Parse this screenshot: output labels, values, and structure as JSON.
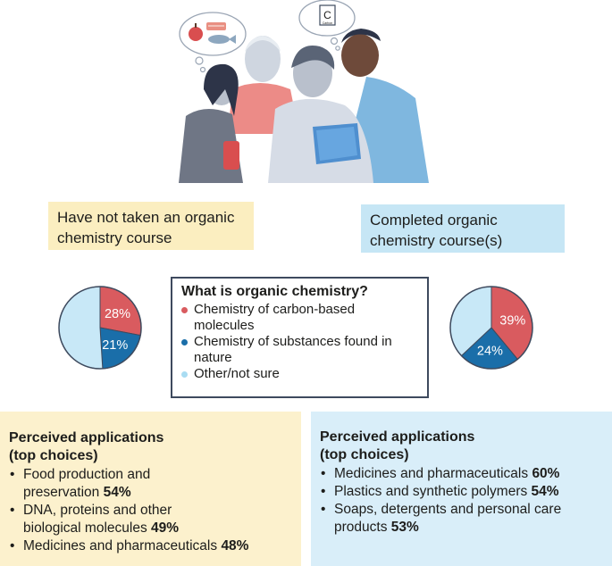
{
  "groups": {
    "left_label": "Have not taken an organic chemistry course",
    "right_label": "Completed organic chemistry course(s)"
  },
  "question": {
    "title": "What is organic chemistry?",
    "options": [
      {
        "label": "Chemistry of carbon-based molecules",
        "color": "#d95b5f"
      },
      {
        "label": "Chemistry of substances found in nature",
        "color": "#1a6ea9"
      },
      {
        "label": "Other/not sure",
        "color": "#a9dcf2"
      }
    ]
  },
  "chart_data": [
    {
      "type": "pie",
      "group": "Have not taken an organic chemistry course",
      "categories": [
        "Chemistry of carbon-based molecules",
        "Chemistry of substances found in nature",
        "Other/not sure"
      ],
      "values": [
        28,
        21,
        51
      ],
      "labels": [
        "28%",
        "21%",
        ""
      ],
      "colors": [
        "#d95b5f",
        "#1a6ea9",
        "#c8e8f7"
      ]
    },
    {
      "type": "pie",
      "group": "Completed organic chemistry course(s)",
      "categories": [
        "Chemistry of carbon-based molecules",
        "Chemistry of substances found in nature",
        "Other/not sure"
      ],
      "values": [
        39,
        24,
        37
      ],
      "labels": [
        "39%",
        "24%",
        ""
      ],
      "colors": [
        "#d95b5f",
        "#1a6ea9",
        "#c8e8f7"
      ]
    }
  ],
  "applications": {
    "left": {
      "title_line1": "Perceived applications",
      "title_line2": "(top choices)",
      "items": [
        {
          "line1": "Food production and",
          "line2": "preservation",
          "pct": "54%"
        },
        {
          "line1": "DNA, proteins and other",
          "line2": "biological molecules",
          "pct": "49%"
        },
        {
          "line1": "Medicines and pharmaceuticals",
          "line2": "",
          "pct": "48%"
        }
      ]
    },
    "right": {
      "title_line1": "Perceived applications",
      "title_line2": "(top choices)",
      "items": [
        {
          "line1": "Medicines and pharmaceuticals",
          "line2": "",
          "pct": "60%"
        },
        {
          "line1": "Plastics and synthetic polymers",
          "line2": "",
          "pct": "54%"
        },
        {
          "line1": "Soaps, detergents and personal care",
          "line2": "products",
          "pct": "53%"
        }
      ]
    }
  },
  "illustration": {
    "bubble_text": "C",
    "bubble_subtext": "Carbon",
    "icons": [
      "apple-icon",
      "bacon-icon",
      "fish-icon",
      "carbon-element-icon",
      "person-icon",
      "tablet-icon",
      "phone-icon"
    ]
  }
}
